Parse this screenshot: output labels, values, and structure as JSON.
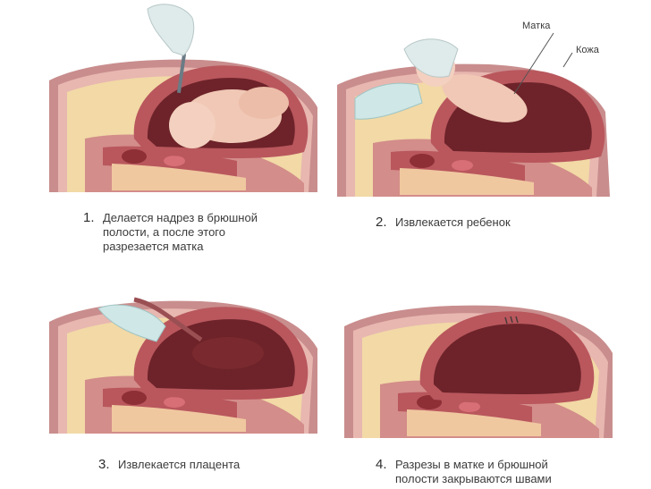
{
  "steps": [
    {
      "number": "1.",
      "lines": [
        "Делается надрез в брюшной",
        "полости, а после этого",
        "разрезается матка"
      ]
    },
    {
      "number": "2.",
      "lines": [
        "Извлекается ребенок"
      ],
      "labels": {
        "uterus": "Матка",
        "skin": "Кожа"
      }
    },
    {
      "number": "3.",
      "lines": [
        "Извлекается плацента"
      ]
    },
    {
      "number": "4.",
      "lines": [
        "Разрезы в матке и брюшной",
        "полости закрываются швами"
      ]
    }
  ],
  "colors": {
    "body_outer": "#c98d8d",
    "skin": "#e8b7b0",
    "fat": "#f2d9a6",
    "muscle": "#b9575d",
    "cavity": "#6d2329",
    "fetus": "#f0c8b5",
    "glove": "#cfe7e6"
  }
}
